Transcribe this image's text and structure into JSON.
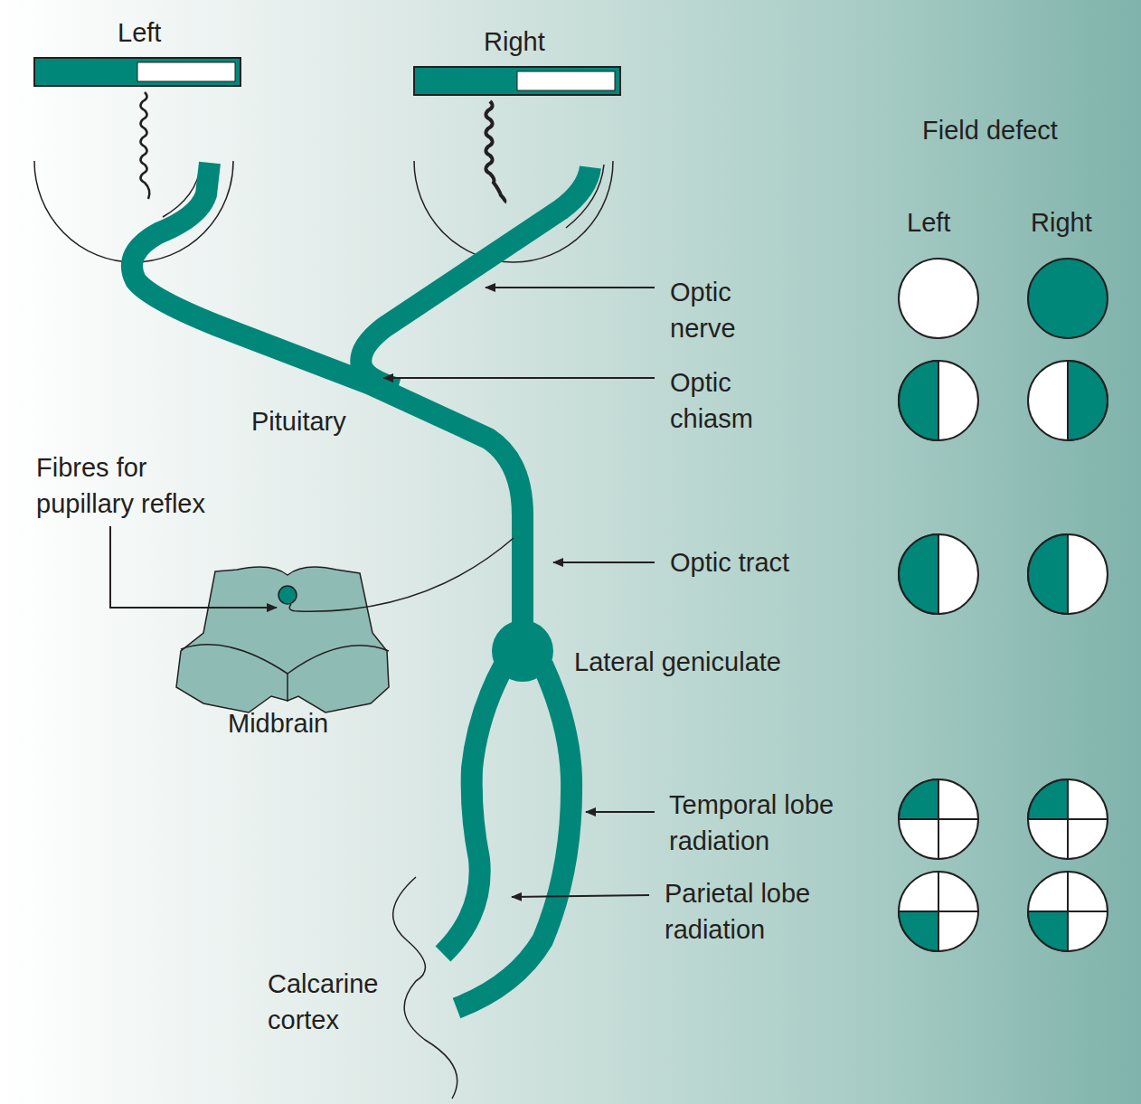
{
  "diagram": {
    "labels": [
      "Left",
      "Right",
      "Field defect",
      "Left",
      "Right",
      "Optic nerve",
      "Optic chiasm",
      "Pituitary",
      "Fibres for pupillary reflex",
      "Optic tract",
      "Lateral geniculate",
      "Midbrain",
      "Temporal lobe radiation",
      "Parietal lobe radiation",
      "Calcarine cortex"
    ]
  }
}
